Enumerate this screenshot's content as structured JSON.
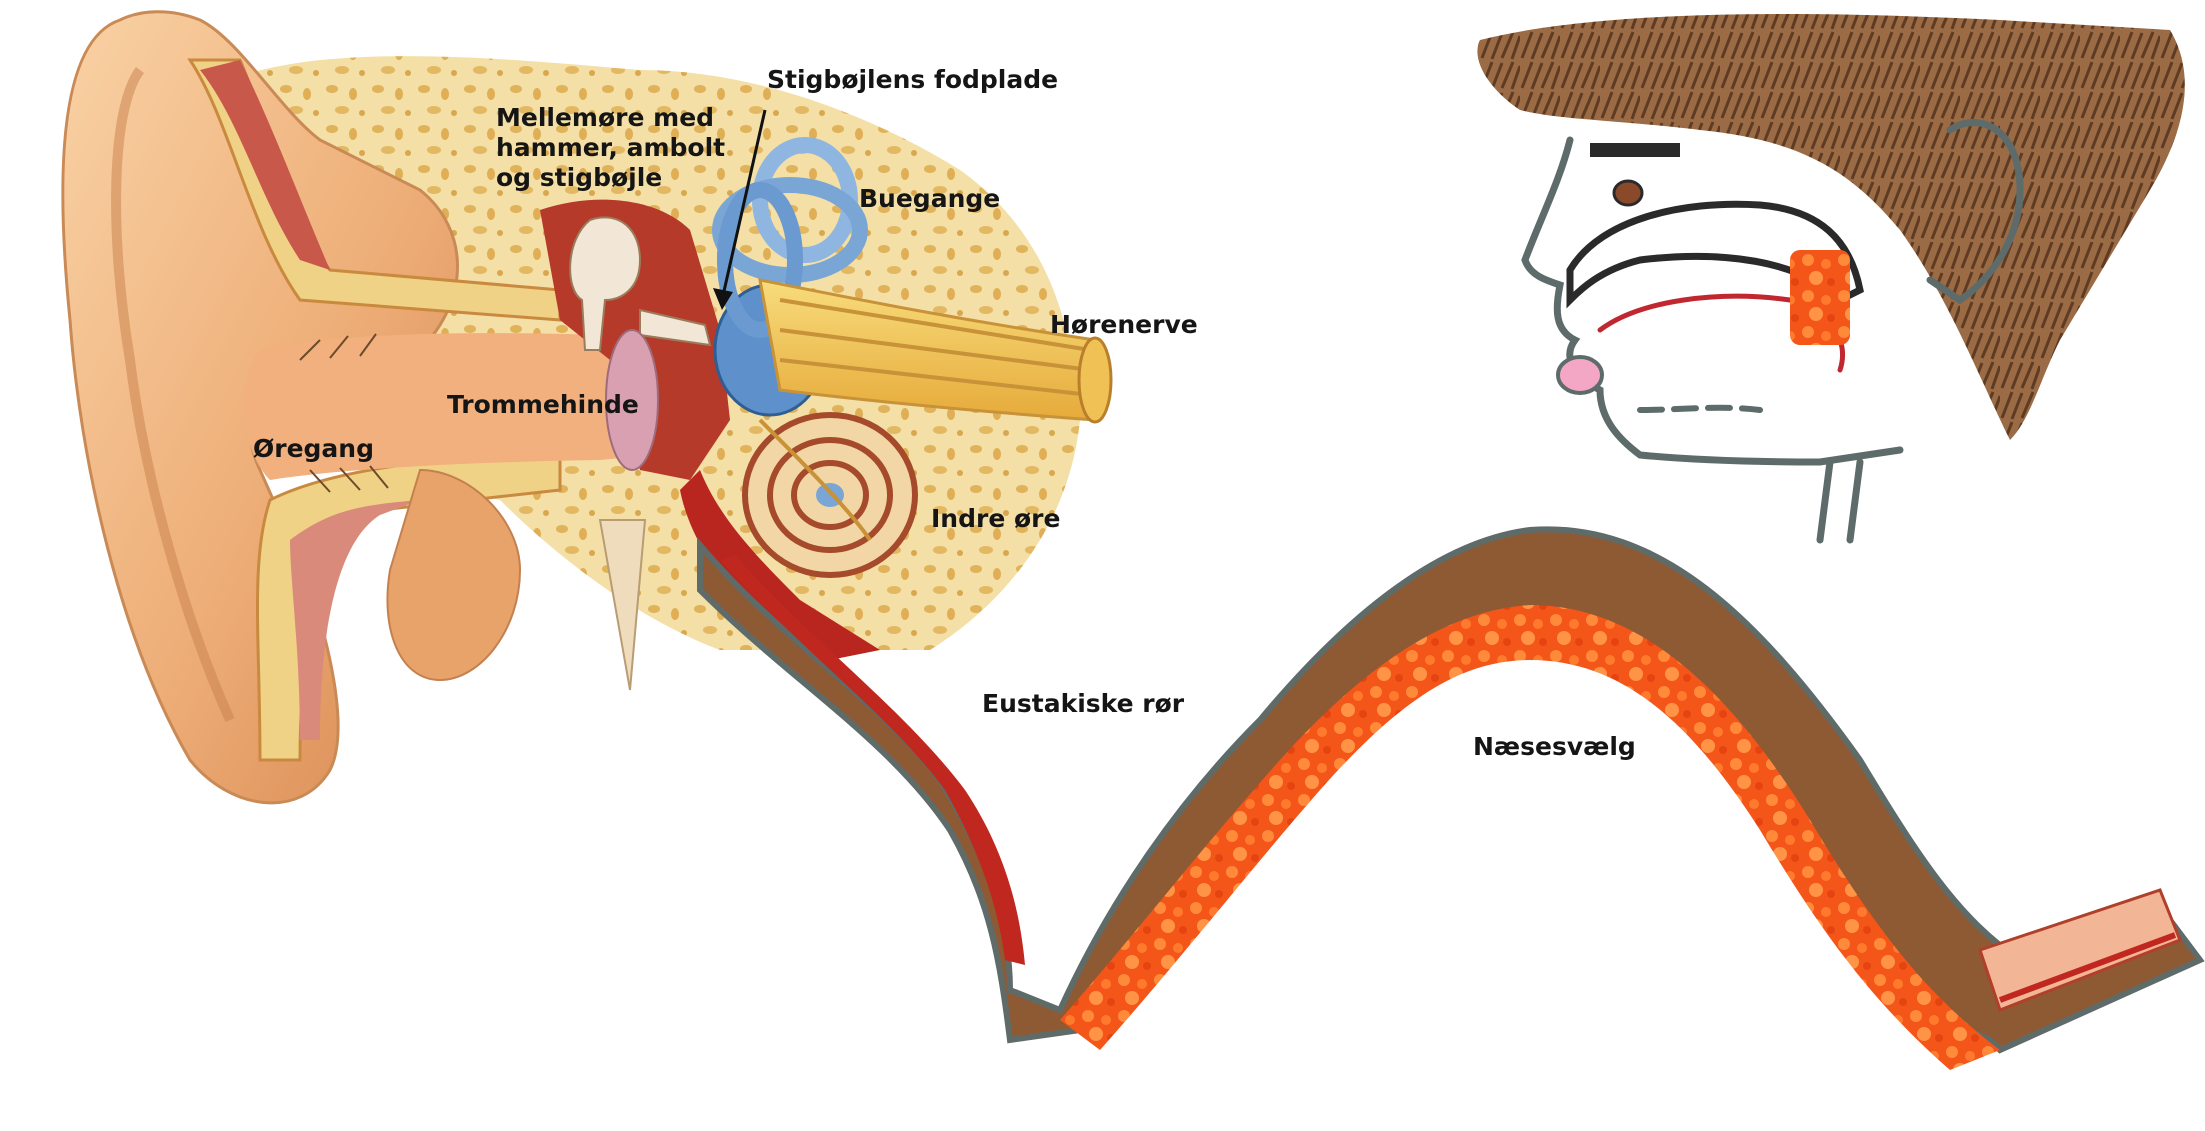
{
  "labels": {
    "stapes_footplate": "Stigbøjlens fodplade",
    "middle_ear_line1": "Mellemøre med",
    "middle_ear_line2": "hammer, ambolt",
    "middle_ear_line3": "og stigbøjle",
    "semicircular_canals": "Buegange",
    "auditory_nerve": "Hørenerve",
    "eardrum": "Trommehinde",
    "ear_canal": "Øregang",
    "inner_ear": "Indre øre",
    "eustachian_tube": "Eustakiske rør",
    "nasopharynx": "Næsesvælg"
  },
  "colors": {
    "skin": "#efb37e",
    "bone": "#f3dca0",
    "bone_pores": "#e3b55d",
    "nerve": "#f2c554",
    "canal_blue": "#7aa6d6",
    "tube_brown": "#8e5a34",
    "tube_orange": "#f05a1c",
    "tube_red": "#c0271f",
    "hair_brown": "#8a5e3b",
    "sketch_grey": "#5e6b6b"
  }
}
